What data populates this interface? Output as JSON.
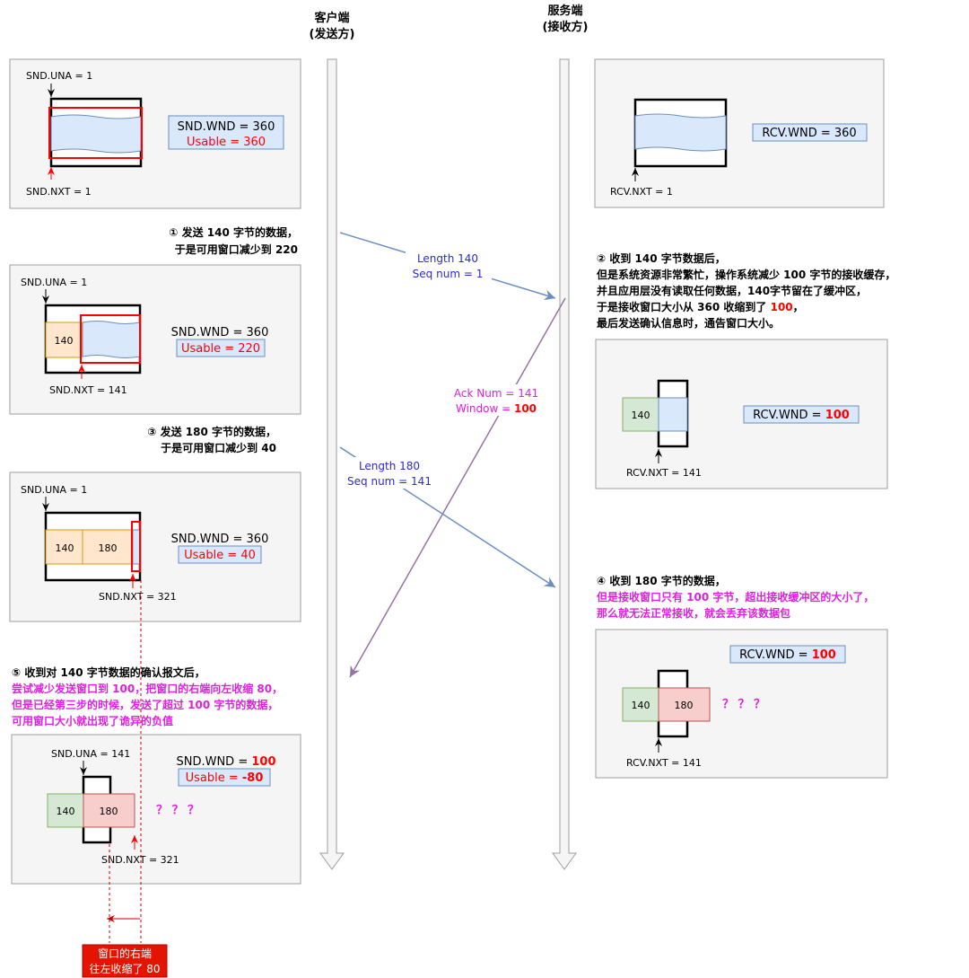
{
  "header": {
    "client_line1": "客户端",
    "client_line2": "(发送方)",
    "server_line1": "服务端",
    "server_line2": "(接收方)"
  },
  "client_panels": [
    {
      "snd_una": "SND.UNA = 1",
      "snd_nxt": "SND.NXT = 1",
      "snd_wnd": "SND.WND = 360",
      "usable": "Usable = 360"
    },
    {
      "snd_una": "SND.UNA = 1",
      "snd_nxt": "SND.NXT = 141",
      "seg1": "140",
      "snd_wnd": "SND.WND = 360",
      "usable": "Usable = 220"
    },
    {
      "snd_una": "SND.UNA = 1",
      "snd_nxt": "SND.NXT = 321",
      "seg1": "140",
      "seg2": "180",
      "snd_wnd": "SND.WND = 360",
      "usable": "Usable = 40"
    },
    {
      "snd_una": "SND.UNA = 141",
      "snd_nxt": "SND.NXT = 321",
      "seg1": "140",
      "seg2": "180",
      "snd_wnd_prefix": "SND.WND = ",
      "snd_wnd_value": "100",
      "usable_prefix": "Usable = ",
      "usable_value": "-80",
      "question": "？ ？ ？"
    }
  ],
  "server_panels": [
    {
      "rcv_nxt": "RCV.NXT = 1",
      "rcv_wnd": "RCV.WND = 360"
    },
    {
      "rcv_nxt": "RCV.NXT = 141",
      "seg1": "140",
      "rcv_wnd_prefix": "RCV.WND = ",
      "rcv_wnd_value": "100"
    },
    {
      "rcv_nxt": "RCV.NXT = 141",
      "seg1": "140",
      "seg2": "180",
      "rcv_wnd_prefix": "RCV.WND = ",
      "rcv_wnd_value": "100",
      "question": "？ ？ ？"
    }
  ],
  "steps": {
    "s1_line1": "① 发送 140 字节的数据，",
    "s1_line2": "于是可用窗口减少到 220",
    "s2_line1": "② 收到 140 字节数据后，",
    "s2_line2": "但是系统资源非常繁忙，操作系统减少 100 字节的接收缓存，",
    "s2_line3": "并且应用层没有读取任何数据，140字节留在了缓冲区，",
    "s2_line4_prefix": "于是接收窗口大小从 360 收缩到了 ",
    "s2_line4_value": "100",
    "s2_line4_suffix": "，",
    "s2_line5": "最后发送确认信息时，通告窗口大小。",
    "s3_line1": "③ 发送 180 字节的数据，",
    "s3_line2": "于是可用窗口减少到 40",
    "s4_line1": "④ 收到 180 字节的数据，",
    "s4_line2": "但是接收窗口只有 100 字节，超出接收缓冲区的大小了，",
    "s4_line3": "那么就无法正常接收，就会丢弃该数据包",
    "s5_line1": "⑤ 收到对 140 字节数据的确认报文后，",
    "s5_line2": "尝试减少发送窗口到 100，把窗口的右端向左收缩 80，",
    "s5_line3": "但是已经第三步的时候，发送了超过 100 字节的数据，",
    "s5_line4": "可用窗口大小就出现了诡异的负值"
  },
  "messages": {
    "m1_line1": "Length 140",
    "m1_line2": "Seq num = 1",
    "m2_line1": "Ack Num = 141",
    "m2_line2_prefix": "Window = ",
    "m2_line2_value": "100",
    "m3_line1": "Length 180",
    "m3_line2": "Seq num = 141"
  },
  "bottom_note": {
    "line1": "窗口的右端",
    "line2": "往左收缩了 80"
  },
  "colors": {
    "panel_bg": "#f5f5f5",
    "panel_border": "#9e9e9e",
    "blue_fill": "#dae8fc",
    "blue_border": "#6c8ebf",
    "orange_fill": "#ffe6cc",
    "orange_border": "#d79b00",
    "green_fill": "#d5e8d4",
    "green_border": "#82b366",
    "red_fill": "#f8cecc",
    "red_border": "#b85450",
    "red": "#ff0000",
    "magenta": "#e020e0",
    "msg_blue": "#2b2bcc",
    "arrow_blue": "#6c8ebf",
    "arrow_purple": "#9673a6"
  }
}
